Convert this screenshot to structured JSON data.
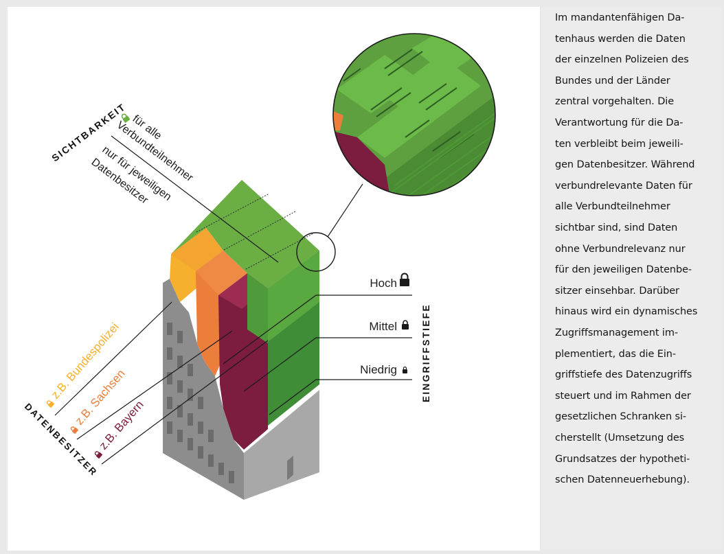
{
  "labels": {
    "sichtbarkeit": "SICHTBARKEIT",
    "fuer_alle": "für alle",
    "verbundteilnehmer": "Verbundteilnehmer",
    "nur_fuer": "nur für jeweiligen",
    "datenbesitzer_line": "Datenbesitzer",
    "eingriffstiefe": "EINGRIFFSTIEFE",
    "hoch": "Hoch",
    "mittel": "Mittel",
    "niedrig": "Niedrig",
    "datenbesitzer_title": "DATENBESITZER",
    "bundespolizei": "z.B. Bundespolizei",
    "sachsen": "z.B. Sachsen",
    "bayern": "z.B. Bayern"
  },
  "description_lines": [
    "Im mandantenfähigen Da-",
    "tenhaus werden die Daten",
    "der einzelnen Polizeien des",
    "Bundes und der Länder",
    "zentral vorgehalten. Die",
    "Verantwortung für die Da-",
    "ten verbleibt beim jeweili-",
    "gen Datenbesitzer. Während",
    "verbundrelevante Daten für",
    "alle Verbundteilnehmer",
    "sichtbar sind, sind Daten",
    "ohne Verbundrelevanz nur",
    "für den jeweiligen Datenbe-",
    "sitzer einsehbar. Darüber",
    "hinaus wird ein dynamisches",
    "Zugriffsmanagement im-",
    "plementiert, das die Ein-",
    "griffstiefe des Datenzugriffs",
    "steuert und im Rahmen der",
    "gesetzlichen Schranken si-",
    "cherstellt (Umsetzung des",
    "Grundsatzes der hypotheti-",
    "schen Datenneuerhebung)."
  ],
  "colors": {
    "green": "#6aae44",
    "yellow": "#f6b02e",
    "orange": "#ec7e3b",
    "maroon": "#7c1d3f",
    "building": "#8b8b8b"
  }
}
